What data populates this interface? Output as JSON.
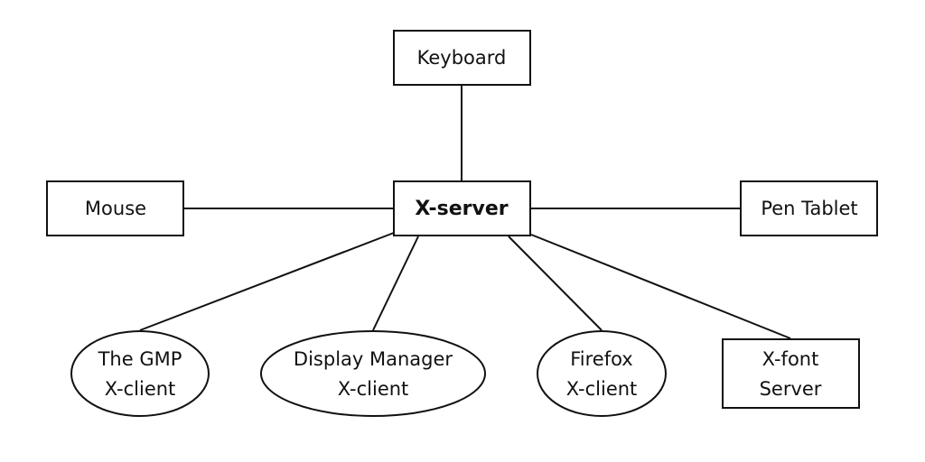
{
  "nodes": {
    "keyboard": {
      "lines": [
        "Keyboard"
      ]
    },
    "mouse": {
      "lines": [
        "Mouse"
      ]
    },
    "xserver": {
      "lines": [
        "X-server"
      ]
    },
    "pen_tablet": {
      "lines": [
        "Pen Tablet"
      ]
    },
    "gmp_client": {
      "lines": [
        "The GMP",
        "X-client"
      ]
    },
    "display_manager_client": {
      "lines": [
        "Display Manager",
        "X-client"
      ]
    },
    "firefox_client": {
      "lines": [
        "Firefox",
        "X-client"
      ]
    },
    "xfont_server": {
      "lines": [
        "X-font",
        "Server"
      ]
    }
  },
  "edges": [
    {
      "from": "xserver",
      "to": "keyboard"
    },
    {
      "from": "xserver",
      "to": "mouse"
    },
    {
      "from": "xserver",
      "to": "pen_tablet"
    },
    {
      "from": "xserver",
      "to": "gmp_client"
    },
    {
      "from": "xserver",
      "to": "display_manager_client"
    },
    {
      "from": "xserver",
      "to": "firefox_client"
    },
    {
      "from": "xserver",
      "to": "xfont_server"
    }
  ],
  "colors": {
    "stroke": "#111111",
    "background": "#ffffff"
  }
}
